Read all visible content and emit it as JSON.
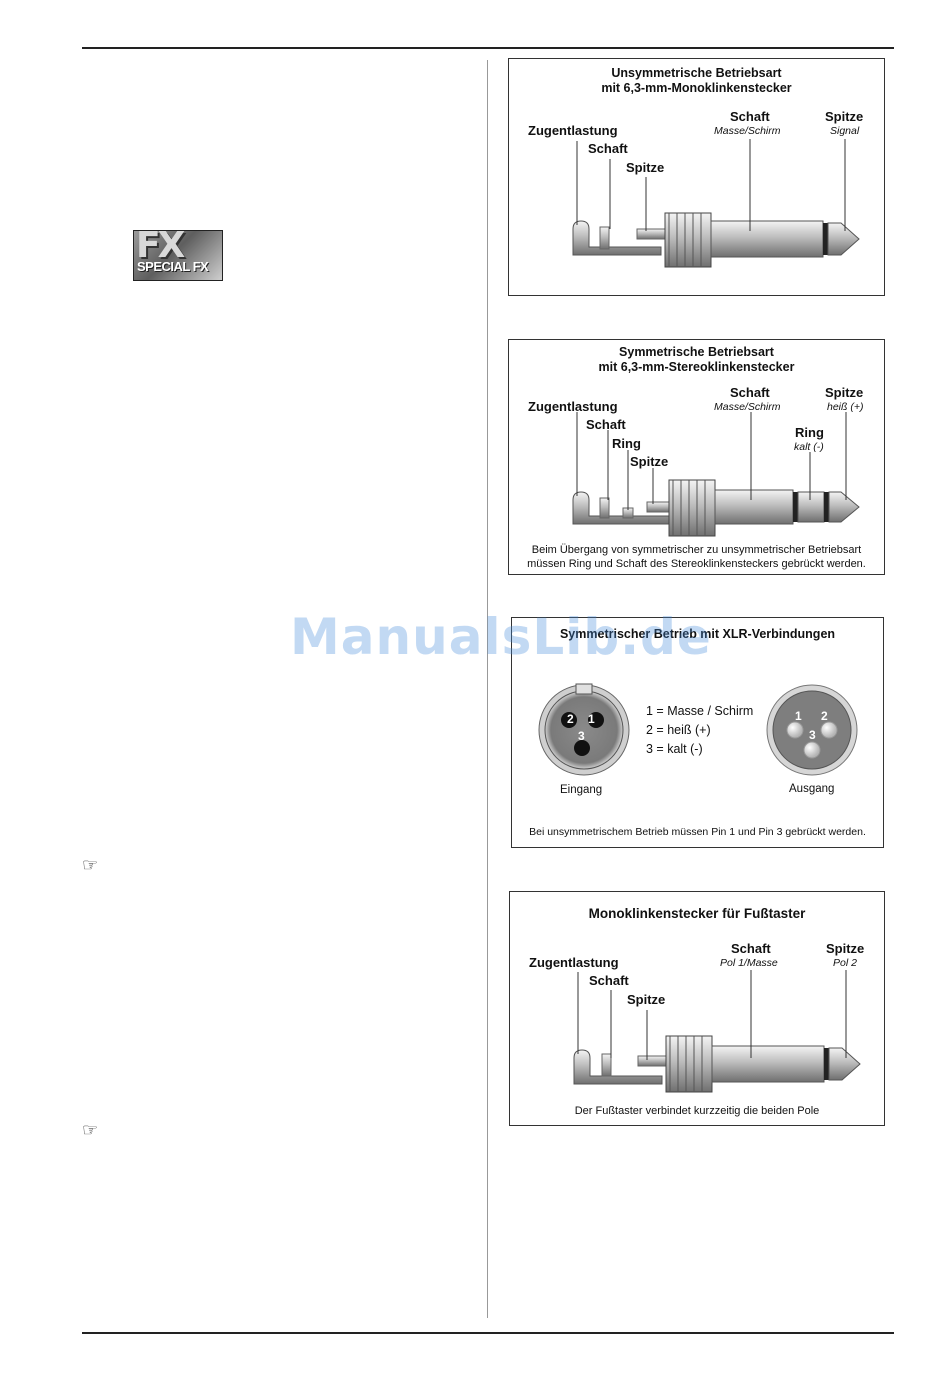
{
  "logo": {
    "line1": "FX",
    "line2": "SPECIAL FX"
  },
  "diagrams": {
    "mono": {
      "title_line1": "Unsymmetrische Betriebsart",
      "title_line2": "mit 6,3-mm-Monoklinkenstecker",
      "zugentlastung": "Zugentlastung",
      "schaft_left": "Schaft",
      "spitze_left": "Spitze",
      "schaft_right": "Schaft",
      "schaft_right_sub": "Masse/Schirm",
      "spitze_right": "Spitze",
      "spitze_right_sub": "Signal"
    },
    "stereo": {
      "title_line1": "Symmetrische Betriebsart",
      "title_line2": "mit 6,3-mm-Stereoklinkenstecker",
      "zugentlastung": "Zugentlastung",
      "schaft_left": "Schaft",
      "ring_left": "Ring",
      "spitze_left": "Spitze",
      "schaft_right": "Schaft",
      "schaft_right_sub": "Masse/Schirm",
      "spitze_right": "Spitze",
      "spitze_right_sub": "heiß (+)",
      "ring_right": "Ring",
      "ring_right_sub": "kalt (-)",
      "note_line1": "Beim Übergang von symmetrischer zu unsymmetrischer Betriebsart",
      "note_line2": "müssen Ring und Schaft des Stereoklinkensteckers gebrückt werden."
    },
    "xlr": {
      "title": "Symmetrischer Betrieb mit XLR-Verbindungen",
      "pin1": "1 = Masse / Schirm",
      "pin2": "2 = heiß  (+)",
      "pin3": "3 = kalt (-)",
      "input_label": "Eingang",
      "output_label": "Ausgang",
      "input_pins": [
        "2",
        "1",
        "3"
      ],
      "output_pins": [
        "1",
        "2",
        "3"
      ],
      "note": "Bei unsymmetrischem Betrieb müssen Pin 1 und Pin 3 gebrückt werden."
    },
    "footswitch": {
      "title": "Monoklinkenstecker für Fußtaster",
      "zugentlastung": "Zugentlastung",
      "schaft_left": "Schaft",
      "spitze_left": "Spitze",
      "schaft_right": "Schaft",
      "schaft_right_sub": "Pol 1/Masse",
      "spitze_right": "Spitze",
      "spitze_right_sub": "Pol 2",
      "note": "Der Fußtaster verbindet kurzzeitig die beiden Pole"
    }
  },
  "watermark": "ManualsLib.de",
  "icons": {
    "note_marker": "pointing-hand-icon"
  }
}
